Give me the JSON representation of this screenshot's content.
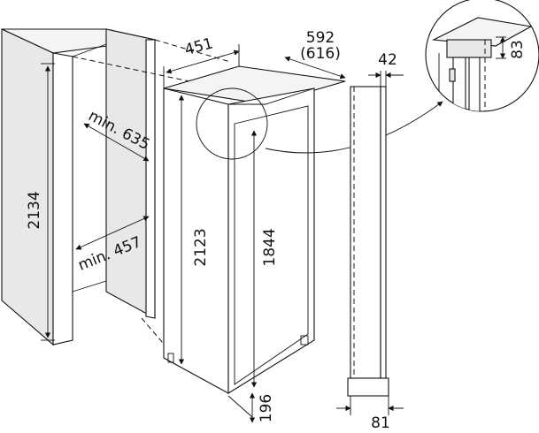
{
  "diagram": {
    "dimensions": {
      "niche_height": "2134",
      "niche_depth_min": "min. 635",
      "niche_width_min": "min. 457",
      "appliance_height": "2123",
      "door_height": "1844",
      "appliance_width": "451",
      "appliance_depth": "592",
      "appliance_depth_door_open": "(616)",
      "door_panel_offset": "42",
      "door_bottom_offset": "81",
      "base_gap": "196",
      "top_detail": "83"
    }
  },
  "colors": {
    "line": "#111111",
    "panel_fill": "#e8e8e8",
    "background": "#ffffff"
  }
}
